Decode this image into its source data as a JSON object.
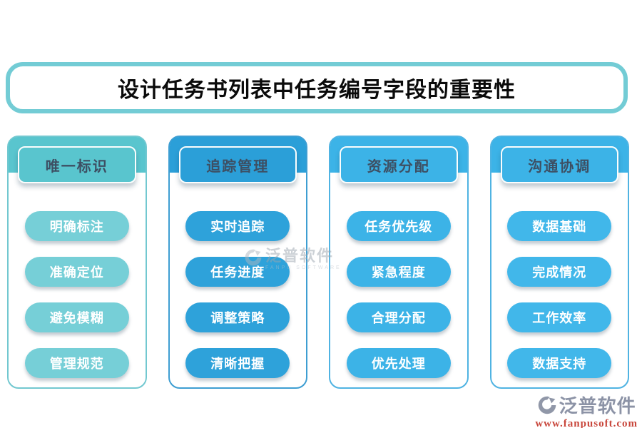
{
  "title": "设计任务书列表中任务编号字段的重要性",
  "title_border_color": "#73ccd5",
  "columns": [
    {
      "header": "唯一标识",
      "items": [
        "明确标注",
        "准确定位",
        "避免模糊",
        "管理规范"
      ],
      "header_color": "#59c5ce",
      "pill_color": "#76cfd7",
      "border_color": "#72c8d0"
    },
    {
      "header": "追踪管理",
      "items": [
        "实时追踪",
        "任务进度",
        "调整策略",
        "清晰把握"
      ],
      "header_color": "#2b9fd8",
      "pill_color": "#2ea2da",
      "border_color": "#3e9ed2"
    },
    {
      "header": "资源分配",
      "items": [
        "任务优先级",
        "紧急程度",
        "合理分配",
        "优先处理"
      ],
      "header_color": "#3cb3e7",
      "pill_color": "#3cb3e7",
      "border_color": "#4fb3e2"
    },
    {
      "header": "沟通协调",
      "items": [
        "数据基础",
        "完成情况",
        "工作效率",
        "数据支持"
      ],
      "header_color": "#3cb3e7",
      "pill_color": "#41b7ea",
      "border_color": "#4fb3e2"
    }
  ],
  "watermark": {
    "name": "泛普软件",
    "subtext": "FANPU SOFTWARE"
  },
  "brand": {
    "name": "泛普软件",
    "url": "www.fanpusoft.com",
    "name_color": "#8c93a6",
    "url_color": "#c8453a"
  }
}
